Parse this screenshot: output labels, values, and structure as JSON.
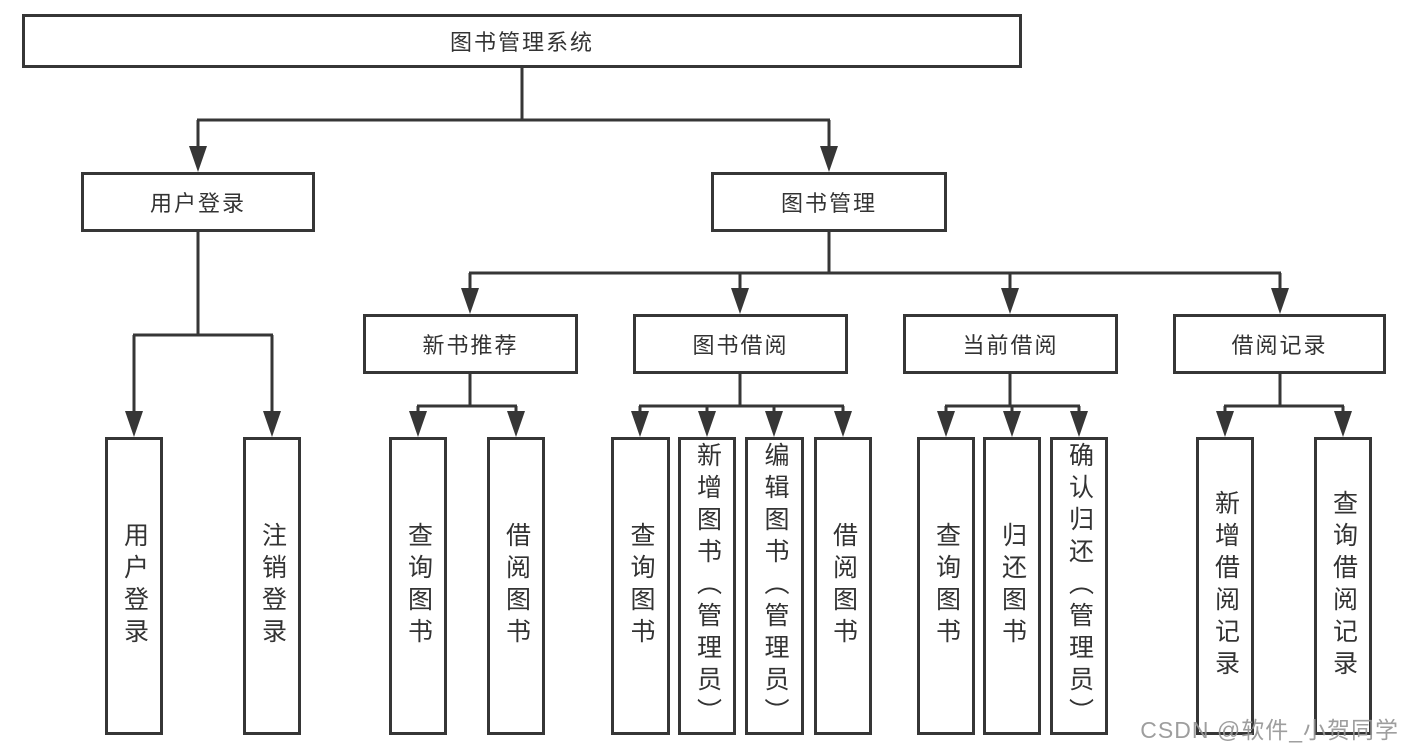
{
  "tree": {
    "label": "图书管理系统",
    "children": [
      {
        "label": "用户登录",
        "children": [
          {
            "label": "用户登录"
          },
          {
            "label": "注销登录"
          }
        ]
      },
      {
        "label": "图书管理",
        "children": [
          {
            "label": "新书推荐",
            "children": [
              {
                "label": "查询图书"
              },
              {
                "label": "借阅图书"
              }
            ]
          },
          {
            "label": "图书借阅",
            "children": [
              {
                "label": "查询图书"
              },
              {
                "label": "新增图书（管理员）"
              },
              {
                "label": "编辑图书（管理员）"
              },
              {
                "label": "借阅图书"
              }
            ]
          },
          {
            "label": "当前借阅",
            "children": [
              {
                "label": "查询图书"
              },
              {
                "label": "归还图书"
              },
              {
                "label": "确认归还（管理员）"
              }
            ]
          },
          {
            "label": "借阅记录",
            "children": [
              {
                "label": "新增借阅记录"
              },
              {
                "label": "查询借阅记录"
              }
            ]
          }
        ]
      }
    ]
  },
  "watermark": "CSDN @软件_小贺同学",
  "colors": {
    "line": "#363636",
    "box_border": "#363636",
    "text": "#333333",
    "watermark": "#969696",
    "background": "#ffffff"
  }
}
